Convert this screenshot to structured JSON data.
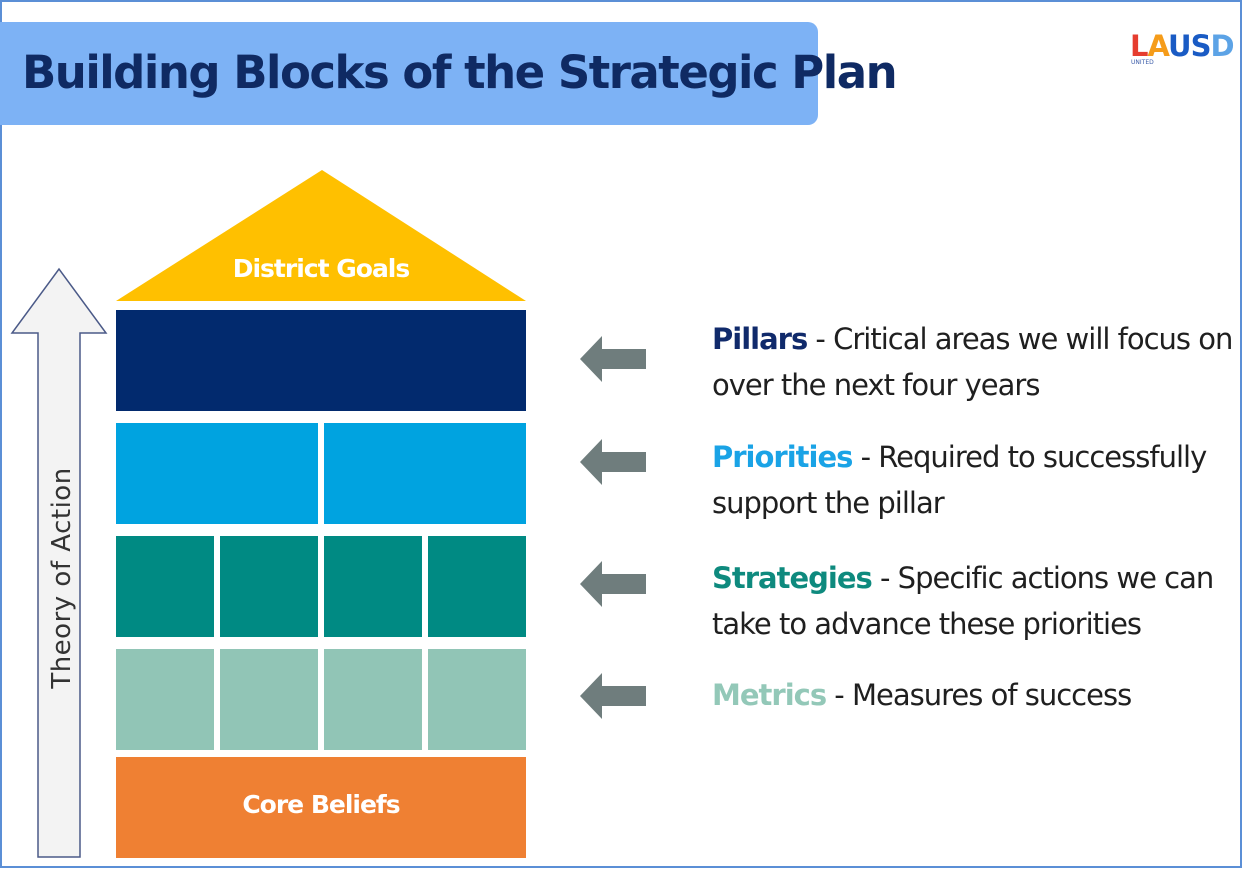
{
  "title": "Building Blocks of the Strategic Plan",
  "logo": {
    "letters": [
      {
        "char": "L",
        "color": "#e63d2f"
      },
      {
        "char": "A",
        "color": "#f59c1a"
      },
      {
        "char": "U",
        "color": "#1a5bc4"
      },
      {
        "char": "S",
        "color": "#1a5bc4"
      },
      {
        "char": "D",
        "color": "#5ca3e6"
      }
    ],
    "subtext": "UNITED"
  },
  "house": {
    "roof_label": "District Goals",
    "foundation_label": "Core Beliefs",
    "rows": [
      {
        "name": "pillars",
        "cells": 1,
        "color": "#022a6e"
      },
      {
        "name": "priorities",
        "cells": 2,
        "color": "#00a3e0"
      },
      {
        "name": "strategies",
        "cells": 4,
        "color": "#008a83"
      },
      {
        "name": "metrics",
        "cells": 4,
        "color": "#91c5b6"
      }
    ],
    "roof_color": "#ffc000",
    "foundation_color": "#ef8033"
  },
  "side_label": "Theory of Action",
  "descriptions": [
    {
      "term": "Pillars",
      "rest": " -  Critical areas we will focus on over the next four years",
      "term_color": "#102a6b"
    },
    {
      "term": "Priorities",
      "rest": " - Required to successfully support the pillar",
      "term_color": "#1aa3e6"
    },
    {
      "term": "Strategies",
      "rest": " - Specific actions we can take to advance these priorities",
      "term_color": "#0e8a7e"
    },
    {
      "term": "Metrics",
      "rest": " - Measures of success",
      "term_color": "#93c8b8"
    }
  ]
}
